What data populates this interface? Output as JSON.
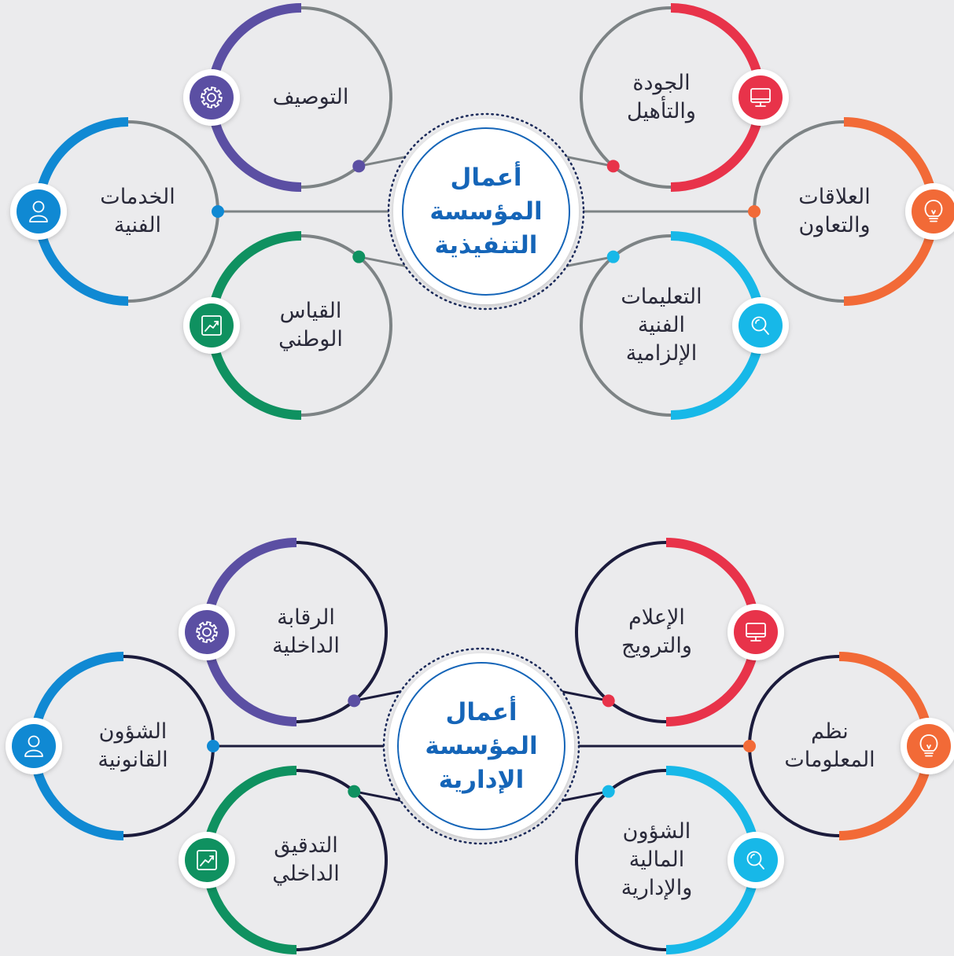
{
  "colors": {
    "background": "#ebebed",
    "center_text": "#1565b8",
    "purple": "#5b4fa3",
    "red": "#e8334a",
    "blue": "#1089d3",
    "orange": "#f26a37",
    "green": "#0f9160",
    "cyan": "#17b8e8",
    "line_top": "#7d8385",
    "line_bottom": "#1b1b3c"
  },
  "top": {
    "center": {
      "lines": [
        "أعمال",
        "المؤسسة",
        "التنفيذية"
      ]
    },
    "nodes": [
      {
        "key": "tl",
        "lines": [
          "التوصيف"
        ],
        "icon": "gear-icon",
        "color": "purple"
      },
      {
        "key": "tr",
        "lines": [
          "الجودة",
          "والتأهيل"
        ],
        "icon": "monitor-icon",
        "color": "red"
      },
      {
        "key": "ml",
        "lines": [
          "الخدمات",
          "الفنية"
        ],
        "icon": "user-icon",
        "color": "blue"
      },
      {
        "key": "mr",
        "lines": [
          "العلاقات",
          "والتعاون"
        ],
        "icon": "lightbulb-icon",
        "color": "orange"
      },
      {
        "key": "bl",
        "lines": [
          "القياس",
          "الوطني"
        ],
        "icon": "chart-icon",
        "color": "green"
      },
      {
        "key": "br",
        "lines": [
          "التعليمات",
          "الفنية",
          "الإلزامية"
        ],
        "icon": "search-icon",
        "color": "cyan"
      }
    ]
  },
  "bottom": {
    "center": {
      "lines": [
        "أعمال",
        "المؤسسة",
        "الإدارية"
      ]
    },
    "nodes": [
      {
        "key": "tl",
        "lines": [
          "الرقابة",
          "الداخلية"
        ],
        "icon": "gear-icon",
        "color": "purple"
      },
      {
        "key": "tr",
        "lines": [
          "الإعلام",
          "والترويج"
        ],
        "icon": "monitor-icon",
        "color": "red"
      },
      {
        "key": "ml",
        "lines": [
          "الشؤون",
          "القانونية"
        ],
        "icon": "user-icon",
        "color": "blue"
      },
      {
        "key": "mr",
        "lines": [
          "نظم",
          "المعلومات"
        ],
        "icon": "lightbulb-icon",
        "color": "orange"
      },
      {
        "key": "bl",
        "lines": [
          "التدقيق",
          "الداخلي"
        ],
        "icon": "chart-icon",
        "color": "green"
      },
      {
        "key": "br",
        "lines": [
          "الشؤون",
          "المالية",
          "والإدارية"
        ],
        "icon": "search-icon",
        "color": "cyan"
      }
    ]
  }
}
